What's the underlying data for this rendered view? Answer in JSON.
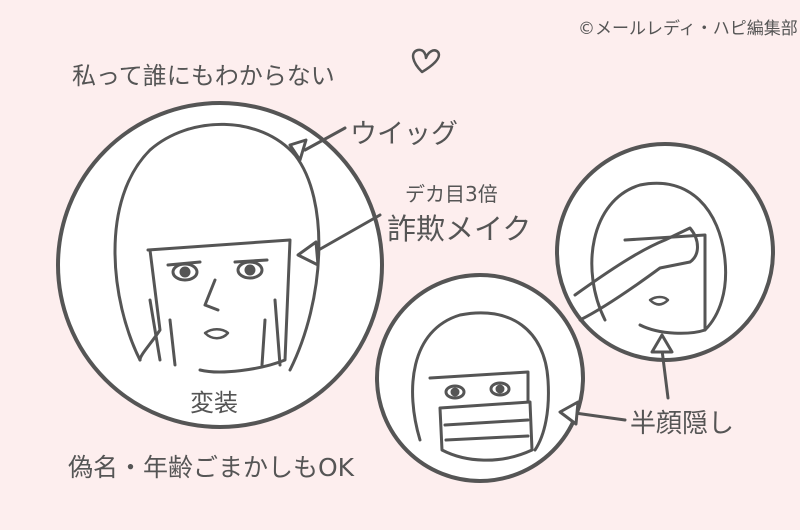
{
  "credit": "©メールレディ・ハピ編集部",
  "headline": "私って誰にもわからない",
  "labels": {
    "wig": "ウイッグ",
    "eyes": "デカ目3倍",
    "makeup": "詐欺メイク",
    "disguise": "変装",
    "half_face": "半顔隠し",
    "fake_name": "偽名・年齢ごまかしもOK"
  },
  "colors": {
    "background": "#fdeeee",
    "line": "#555555",
    "fill": "#ffffff"
  }
}
